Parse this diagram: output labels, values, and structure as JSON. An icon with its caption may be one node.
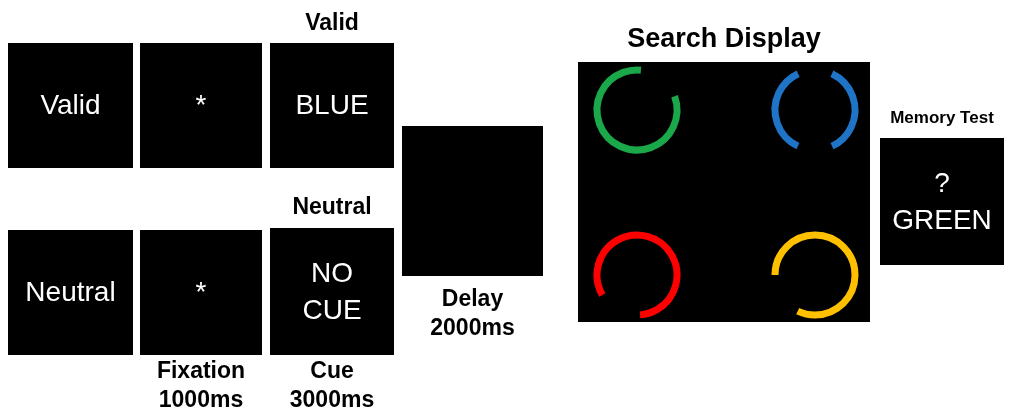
{
  "diagram": {
    "nodes": [
      {
        "text": [
          "Valid"
        ]
      },
      {
        "text": [
          "*"
        ]
      },
      {
        "text": [
          "BLUE"
        ],
        "beside": [
          "Valid"
        ]
      },
      {
        "text": [
          "Neutral"
        ]
      },
      {
        "text": [
          "*"
        ],
        "beside": [
          "Fixation 1000ms"
        ]
      },
      {
        "text": [
          "NO CUE"
        ],
        "beside": [
          "Neutral",
          "Cue 3000ms"
        ]
      },
      {
        "text": [],
        "shape": "box",
        "beside": [
          "Delay 2000ms"
        ]
      },
      {
        "text": [],
        "shape": "box",
        "beside": [
          "Search Display"
        ]
      },
      {
        "text": [
          "? GREEN"
        ],
        "beside": [
          "Memory Test"
        ]
      }
    ]
  }
}
